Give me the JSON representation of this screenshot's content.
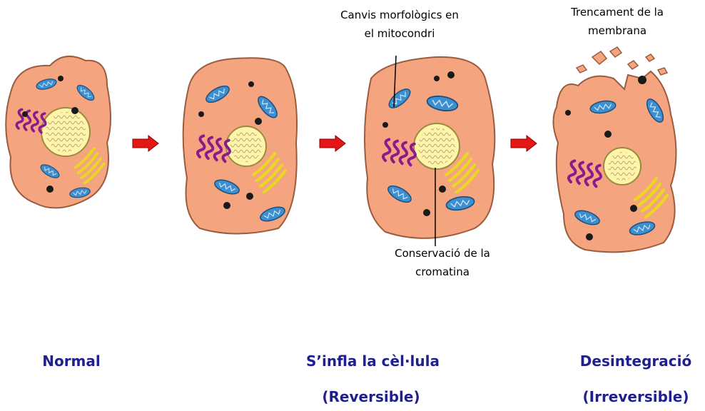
{
  "annotations": {
    "mitochondria_1": "Canvis morfològics en",
    "mitochondria_2": "el mitocondri",
    "membrane_1": "Trencament de la",
    "membrane_2": "membrana",
    "chromatin_1": "Conservació de la",
    "chromatin_2": "cromatina"
  },
  "captions": {
    "normal": "Normal",
    "swelling": "S’infla la cèl·lula",
    "swelling_note": "(Reversible)",
    "disintegration": "Desintegració",
    "disintegration_note": "(Irreversible)"
  },
  "colors": {
    "cytoplasm": "#f4a57f",
    "mitochondrion": "#3d8fd0",
    "nucleus": "#fff4a8",
    "er": "#8b1a8b",
    "golgi": "#e8d820",
    "arrow": "#e41616",
    "caption": "#1f1f8f"
  }
}
